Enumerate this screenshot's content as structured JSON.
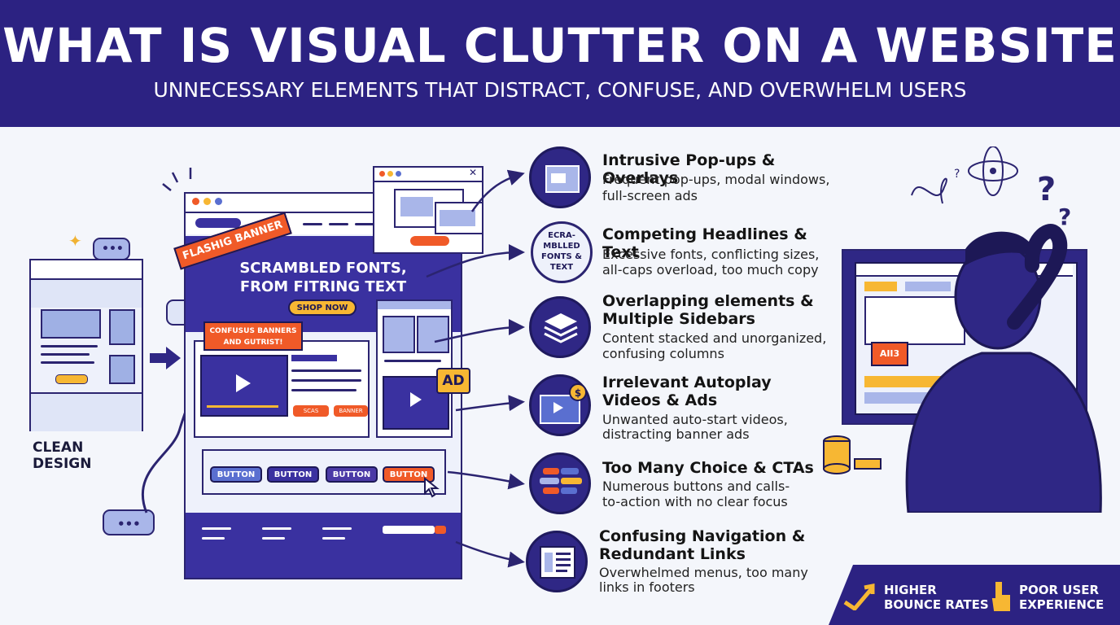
{
  "header": {
    "title": "WHAT IS VISUAL CLUTTER ON A WEBSITE",
    "subtitle": "UNNECESSARY ELEMENTS THAT DISTRACT, CONFUSE, AND OVERWHELM USERS"
  },
  "clean_design": {
    "label": "CLEAN DESIGN"
  },
  "cluttered_site": {
    "flashing_banner": "FLASHIG BANNER",
    "hero_text_line1": "SCRAMBLED FONTS,",
    "hero_text_line2": "FROM FITRING TEXT",
    "shop_now": "SHOP NOW",
    "confusing_banner_line1": "CONFUSUS BANNERS",
    "confusing_banner_line2": "AND GUTRIST!",
    "mini_tag_1": "SCAS",
    "mini_tag_2": "BANNER",
    "ad_badge": "AD",
    "buttons": [
      "BUTTON",
      "BUTTON",
      "BUTTON",
      "BUTTON"
    ]
  },
  "icon_texts": {
    "scrambled": [
      "ECRA-",
      "MBLLED",
      "FONTS &",
      "TEXT"
    ],
    "user_ad": "AII3"
  },
  "items": [
    {
      "title": "Intrusive Pop-ups & Overlays",
      "desc": [
        "Frequent pop-ups, modal windows,",
        "full-screen ads"
      ]
    },
    {
      "title": "Competing Headlines & Text",
      "desc": [
        "Excessive fonts, conflicting sizes,",
        "all-caps overload, too much copy"
      ]
    },
    {
      "title": "Overlapping elements &",
      "title2": "Multiple Sidebars",
      "desc": [
        "Content stacked and unorganized,",
        "confusing columns"
      ]
    },
    {
      "title": "Irrelevant Autoplay",
      "title2": "Videos & Ads",
      "desc": [
        "Unwanted auto-start videos,",
        "distracting banner ads"
      ]
    },
    {
      "title": "Too Many Choice & CTAs",
      "desc": [
        "Numerous buttons and calls-",
        "to-action with no clear focus"
      ]
    },
    {
      "title": "Confusing Navigation &",
      "title2": "Redundant Links",
      "desc": [
        "Overwhelmed menus, too many",
        "links in footers"
      ]
    }
  ],
  "footer_badges": {
    "bounce_line1": "HIGHER",
    "bounce_line2": "BOUNCE RATES",
    "ux_line1": "POOR USER",
    "ux_line2": "EXPERIENCE"
  },
  "colors": {
    "brand": "#2c2282",
    "accent_orange": "#f05a28",
    "accent_yellow": "#f7b733",
    "light_blue": "#a9b6e9"
  }
}
